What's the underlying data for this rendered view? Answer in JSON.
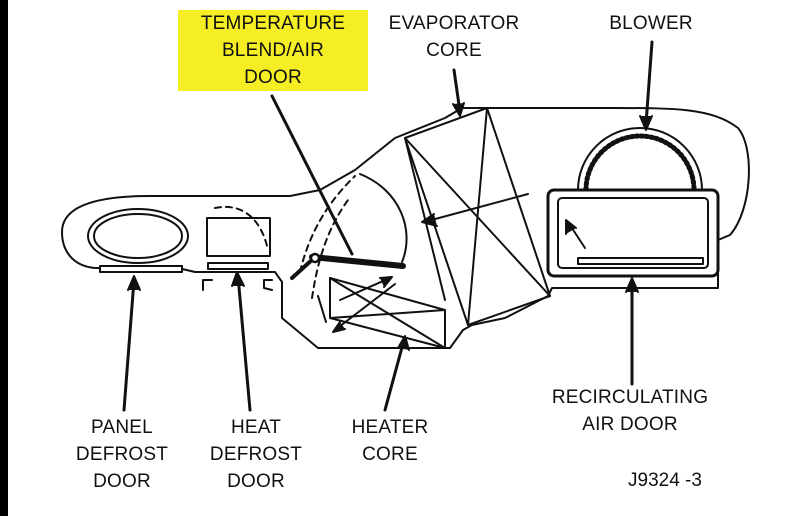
{
  "labels": {
    "temperature_blend": [
      "TEMPERATURE",
      "BLEND/AIR",
      "DOOR"
    ],
    "evaporator": [
      "EVAPORATOR",
      "CORE"
    ],
    "blower": [
      "BLOWER"
    ],
    "panel_defrost": [
      "PANEL",
      "DEFROST",
      "DOOR"
    ],
    "heat_defrost": [
      "HEAT",
      "DEFROST",
      "DOOR"
    ],
    "heater_core": [
      "HEATER",
      "CORE"
    ],
    "recirculating": [
      "RECIRCULATING",
      "AIR DOOR"
    ]
  },
  "part_number": "J9324 -3",
  "colors": {
    "highlight": "#f5ee25",
    "ink": "#111111"
  }
}
